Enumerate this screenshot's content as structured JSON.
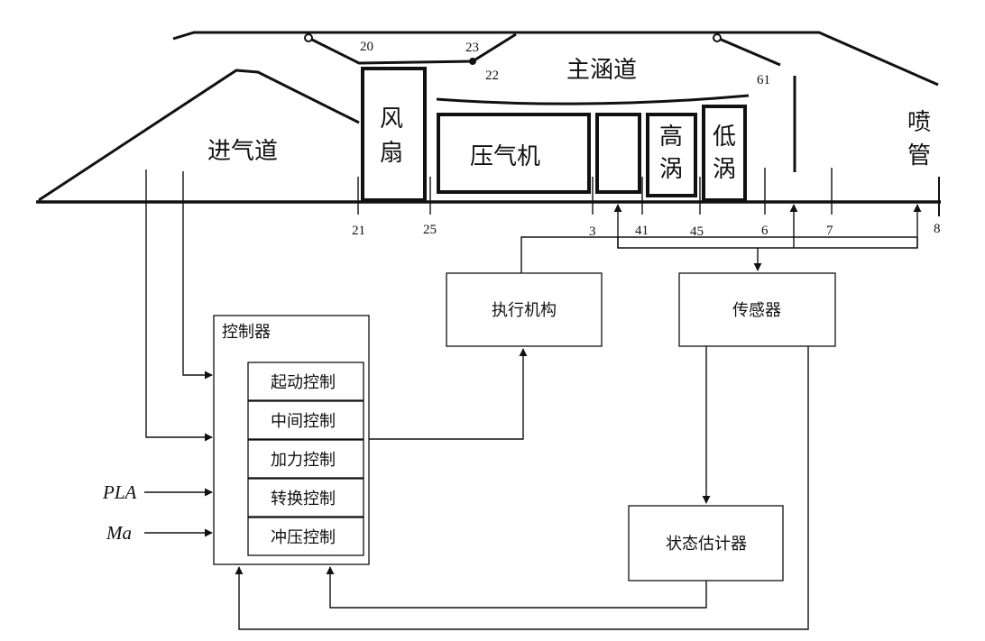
{
  "engine": {
    "inlet": "进气道",
    "fan_chars": [
      "风",
      "扇"
    ],
    "compressor": "压气机",
    "hp_turbine_chars": [
      "高",
      "涡"
    ],
    "lp_turbine_chars": [
      "低",
      "涡"
    ],
    "nozzle_chars": [
      "喷",
      "管"
    ],
    "bypass_duct": "主涵道"
  },
  "stations": {
    "s20": "20",
    "s23": "23",
    "s22": "22",
    "s61": "61",
    "s21": "21",
    "s25": "25",
    "s3": "3",
    "s41": "41",
    "s45": "45",
    "s6": "6",
    "s7": "7",
    "s8": "8"
  },
  "blocks": {
    "actuator": "执行机构",
    "sensor": "传感器",
    "state_estimator": "状态估计器",
    "controller_title": "控制器"
  },
  "controller_modes": [
    "起动控制",
    "中间控制",
    "加力控制",
    "转换控制",
    "冲压控制"
  ],
  "inputs": {
    "pla": "PLA",
    "ma": "Ma"
  }
}
